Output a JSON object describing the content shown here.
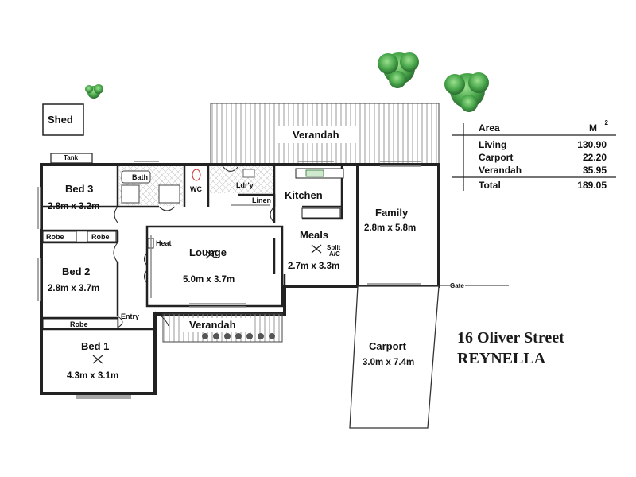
{
  "shed": "Shed",
  "tank": "Tank",
  "verandah_top": "Verandah",
  "verandah_bottom": "Verandah",
  "rooms": {
    "bed3": {
      "name": "Bed 3",
      "dims": "2.8m x 3.2m"
    },
    "bed2": {
      "name": "Bed 2",
      "dims": "2.8m x 3.7m"
    },
    "bed1": {
      "name": "Bed 1",
      "dims": "4.3m x 3.1m"
    },
    "lounge": {
      "name": "Lounge",
      "dims": "5.0m x 3.7m"
    },
    "kitchen": {
      "name": "Kitchen"
    },
    "meals": {
      "name": "Meals",
      "dims": "2.7m x 3.3m"
    },
    "family": {
      "name": "Family",
      "dims": "2.8m x 5.8m"
    },
    "carport": {
      "name": "Carport",
      "dims": "3.0m x 7.4m"
    }
  },
  "small_labels": {
    "bath": "Bath",
    "wc": "WC",
    "ldry": "Ldr'y",
    "linen": "Linen",
    "robe_left": "Robe",
    "robe_right": "Robe",
    "robe_bed1": "Robe",
    "heat": "Heat",
    "entry": "Entry",
    "split_ac_1": "Split",
    "split_ac_2": "A/C",
    "gate": "Gate"
  },
  "area_table": {
    "header_label": "Area",
    "header_unit": "M",
    "header_unit_exp": "2",
    "rows": [
      {
        "name": "Living",
        "value": "130.90"
      },
      {
        "name": "Carport",
        "value": "22.20"
      },
      {
        "name": "Verandah",
        "value": "35.95"
      }
    ],
    "total_label": "Total",
    "total_value": "189.05"
  },
  "address": {
    "line1": "16 Oliver Street",
    "line2": "REYNELLA"
  },
  "colors": {
    "wall": "#2a2a2a",
    "tree": "#2e8b3a",
    "tree_light": "#6fc06a",
    "window": "#7a7a7a",
    "paving": "#bdbdbd"
  }
}
